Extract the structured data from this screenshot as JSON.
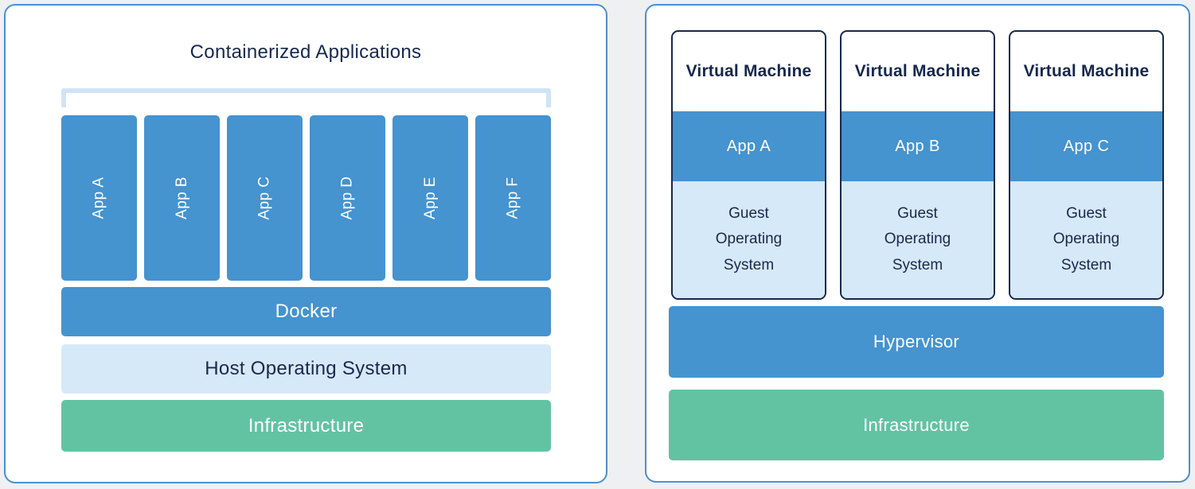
{
  "colors": {
    "page_background": "#eef0f2",
    "panel_border": "#4a90d2",
    "primary_blue": "#4593cf",
    "light_blue": "#d6e9f8",
    "green": "#62c3a2",
    "navy_text": "#17294d",
    "bracket": "#cfe4f6"
  },
  "left_panel": {
    "title": "Containerized Applications",
    "apps": [
      "App A",
      "App B",
      "App C",
      "App D",
      "App E",
      "App F"
    ],
    "layers": {
      "docker": "Docker",
      "host_os": "Host Operating System",
      "infrastructure": "Infrastructure"
    }
  },
  "right_panel": {
    "vms": [
      {
        "title": "Virtual Machine",
        "app": "App A",
        "os": "Guest Operating System"
      },
      {
        "title": "Virtual Machine",
        "app": "App B",
        "os": "Guest Operating System"
      },
      {
        "title": "Virtual Machine",
        "app": "App C",
        "os": "Guest Operating System"
      }
    ],
    "layers": {
      "hypervisor": "Hypervisor",
      "infrastructure": "Infrastructure"
    }
  }
}
